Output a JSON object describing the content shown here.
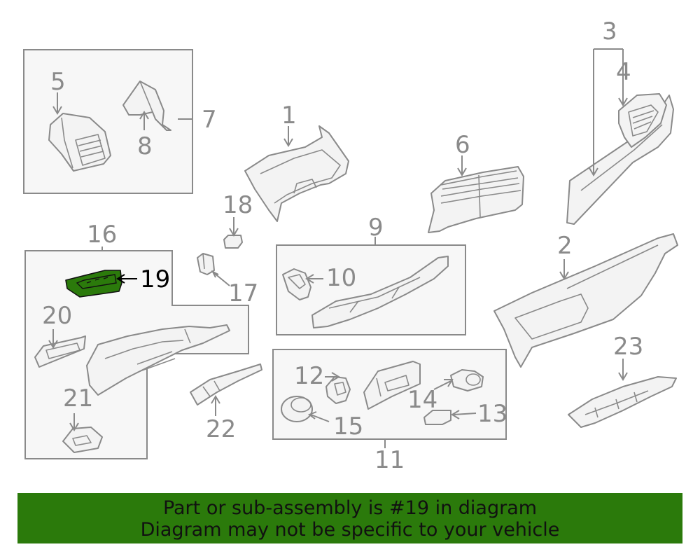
{
  "callouts": {
    "c1": "1",
    "c2": "2",
    "c3": "3",
    "c4": "4",
    "c5": "5",
    "c6": "6",
    "c7": "7",
    "c8": "8",
    "c9": "9",
    "c10": "10",
    "c11": "11",
    "c12": "12",
    "c13": "13",
    "c14": "14",
    "c15": "15",
    "c16": "16",
    "c17": "17",
    "c18": "18",
    "c19": "19",
    "c20": "20",
    "c21": "21",
    "c22": "22",
    "c23": "23"
  },
  "highlight": {
    "part": "19",
    "color": "#2b7a0b"
  },
  "banner": {
    "line1": "Part or sub-assembly is #19 in diagram",
    "line2": "Diagram may not be specific to your vehicle",
    "color": "#2b7a0b"
  }
}
